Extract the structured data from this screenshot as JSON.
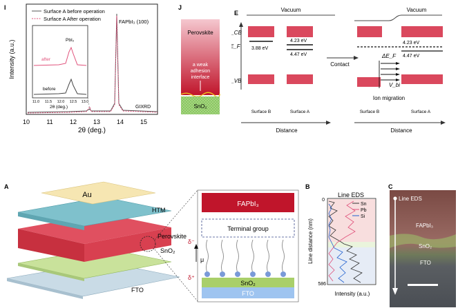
{
  "panel_I": {
    "label": "I",
    "xlabel": "2θ (deg.)",
    "ylabel": "Intensity (a.u.)",
    "tag": "GIXRD",
    "peak_label": "FAPbI₃ (100)",
    "x_ticks": [
      "10",
      "11",
      "12",
      "13",
      "14",
      "15"
    ],
    "legend": [
      "Surface A before operation",
      "Surface A After operation"
    ],
    "inset": {
      "x_ticks": [
        "11.0",
        "11.5",
        "12.0",
        "12.5",
        "13.0"
      ],
      "xlabel": "2θ (deg.)",
      "peak": "PbI₂",
      "after": "after",
      "before": "before"
    },
    "colors": {
      "before": "#555555",
      "after": "#e0507a"
    }
  },
  "panel_J": {
    "label": "J",
    "perovskite": "Perovskite",
    "interface": [
      "a weak",
      "adhesion",
      "interface"
    ],
    "sno2": "SnO₂"
  },
  "panel_E": {
    "label": "E",
    "vacuum_left": "Vacuum",
    "vacuum_right": "Vacuum",
    "ecb": "E_CB",
    "ef": "E_F",
    "evb": "E_VB",
    "left_b": "3.88 eV",
    "left_a1": "4.23 eV",
    "left_a2": "4.47 eV",
    "contact": "Contact",
    "right_a1": "4.23 eV",
    "right_a2": "4.47 eV",
    "delta_ef": "ΔE_F",
    "vbi": "V_bi",
    "ion_migration": "Ion migration",
    "surface_b": "Surface B",
    "surface_a": "Surface A",
    "distance": "Distance"
  },
  "panel_A": {
    "label": "A",
    "au": "Au",
    "htm": "HTM",
    "perovskite": "Perovskite",
    "sno2": "SnO₂",
    "fto": "FTO",
    "zoom_fapbi3": "FAPbI₃",
    "terminal_group": "Terminal group",
    "delta_minus": "δ⁻",
    "delta_plus": "δ⁺",
    "mu": "μ",
    "zoom_sno2": "SnO₂",
    "zoom_fto": "FTO"
  },
  "panel_B": {
    "label": "B",
    "title": "Line EDS",
    "ylabel": "Line distance (nm)",
    "xlabel": "Intensity (a.u.)",
    "y_top": "0",
    "y_bottom": "586",
    "legend": [
      "Sn",
      "Pb",
      "Si"
    ],
    "colors": {
      "Sn": "#333333",
      "Pb": "#e0507a",
      "Si": "#2060d0"
    }
  },
  "panel_C": {
    "label": "C",
    "line_eds": "Line EDS",
    "fapbi3": "FAPbI₃",
    "sno2": "SnO₂",
    "fto": "FTO"
  }
}
